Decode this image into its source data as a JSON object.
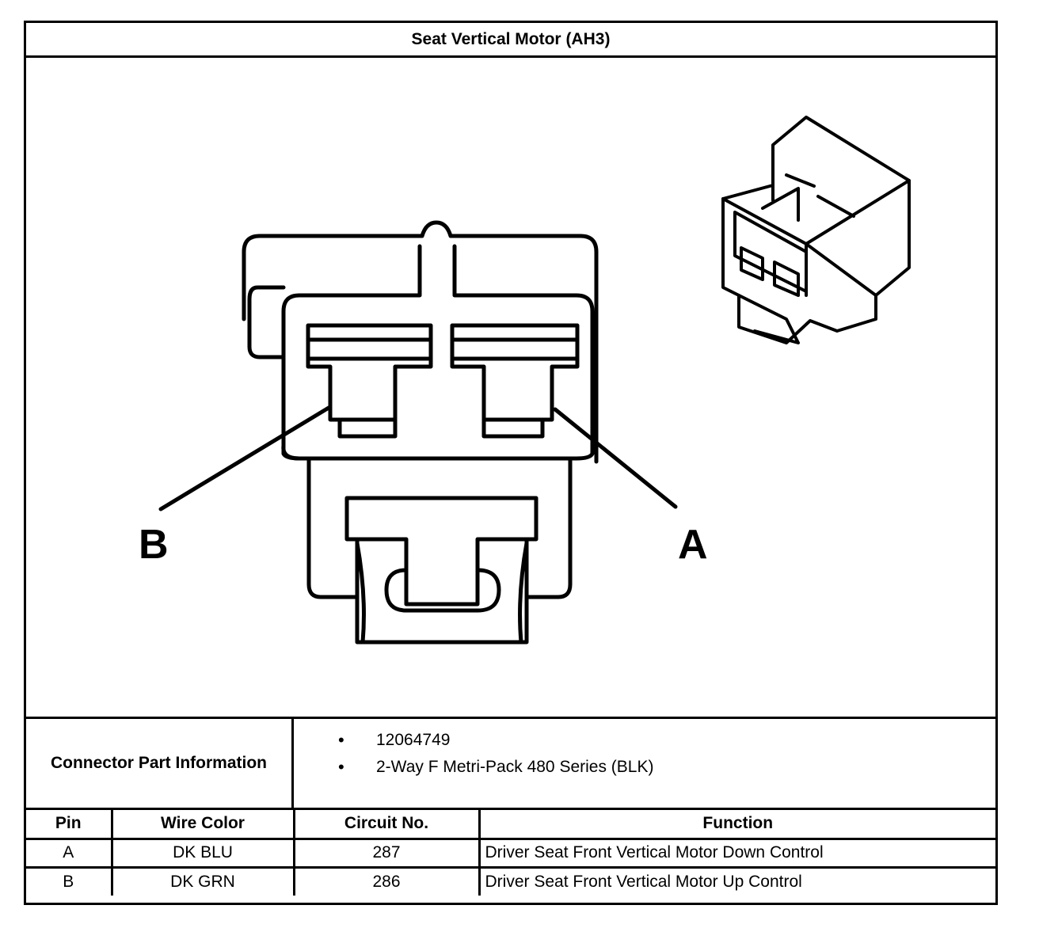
{
  "title": "Seat Vertical Motor (AH3)",
  "diagram": {
    "pin_labels": [
      "B",
      "A"
    ],
    "colors": {
      "line": "#000000",
      "background": "#ffffff"
    }
  },
  "connector_info": {
    "label": "Connector Part Information",
    "items": [
      "12064749",
      "2-Way F Metri-Pack 480 Series (BLK)"
    ],
    "bullet": "•"
  },
  "pin_table": {
    "headers": [
      "Pin",
      "Wire Color",
      "Circuit No.",
      "Function"
    ],
    "rows": [
      [
        "A",
        "DK BLU",
        "287",
        "Driver Seat Front Vertical Motor Down Control"
      ],
      [
        "B",
        "DK GRN",
        "286",
        "Driver Seat Front Vertical Motor Up Control"
      ]
    ]
  }
}
